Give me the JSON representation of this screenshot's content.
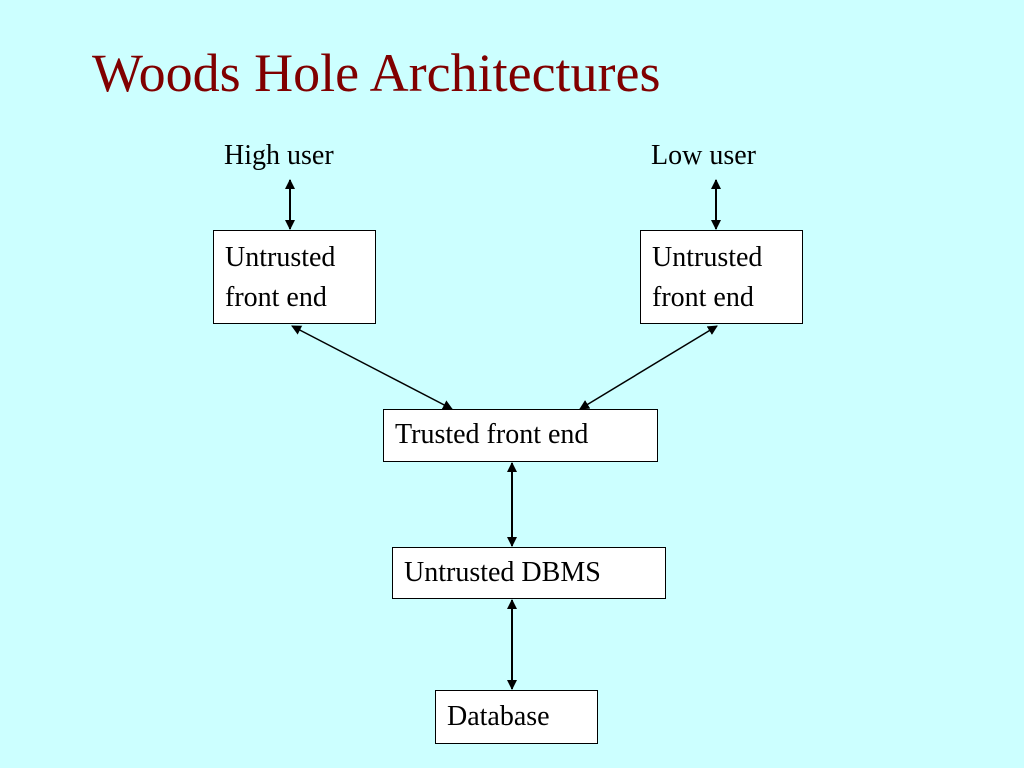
{
  "title": "Woods Hole Architectures",
  "users": {
    "high": "High user",
    "low": "Low user"
  },
  "nodes": {
    "untrusted_front_end_high": {
      "line1": "Untrusted",
      "line2": "front end"
    },
    "untrusted_front_end_low": {
      "line1": "Untrusted",
      "line2": "front end"
    },
    "trusted_front_end": "Trusted front end",
    "untrusted_dbms": "Untrusted DBMS",
    "database": "Database"
  },
  "colors": {
    "background": "#ccffff",
    "title": "#800000",
    "box_fill": "#ffffff",
    "line": "#000000"
  }
}
